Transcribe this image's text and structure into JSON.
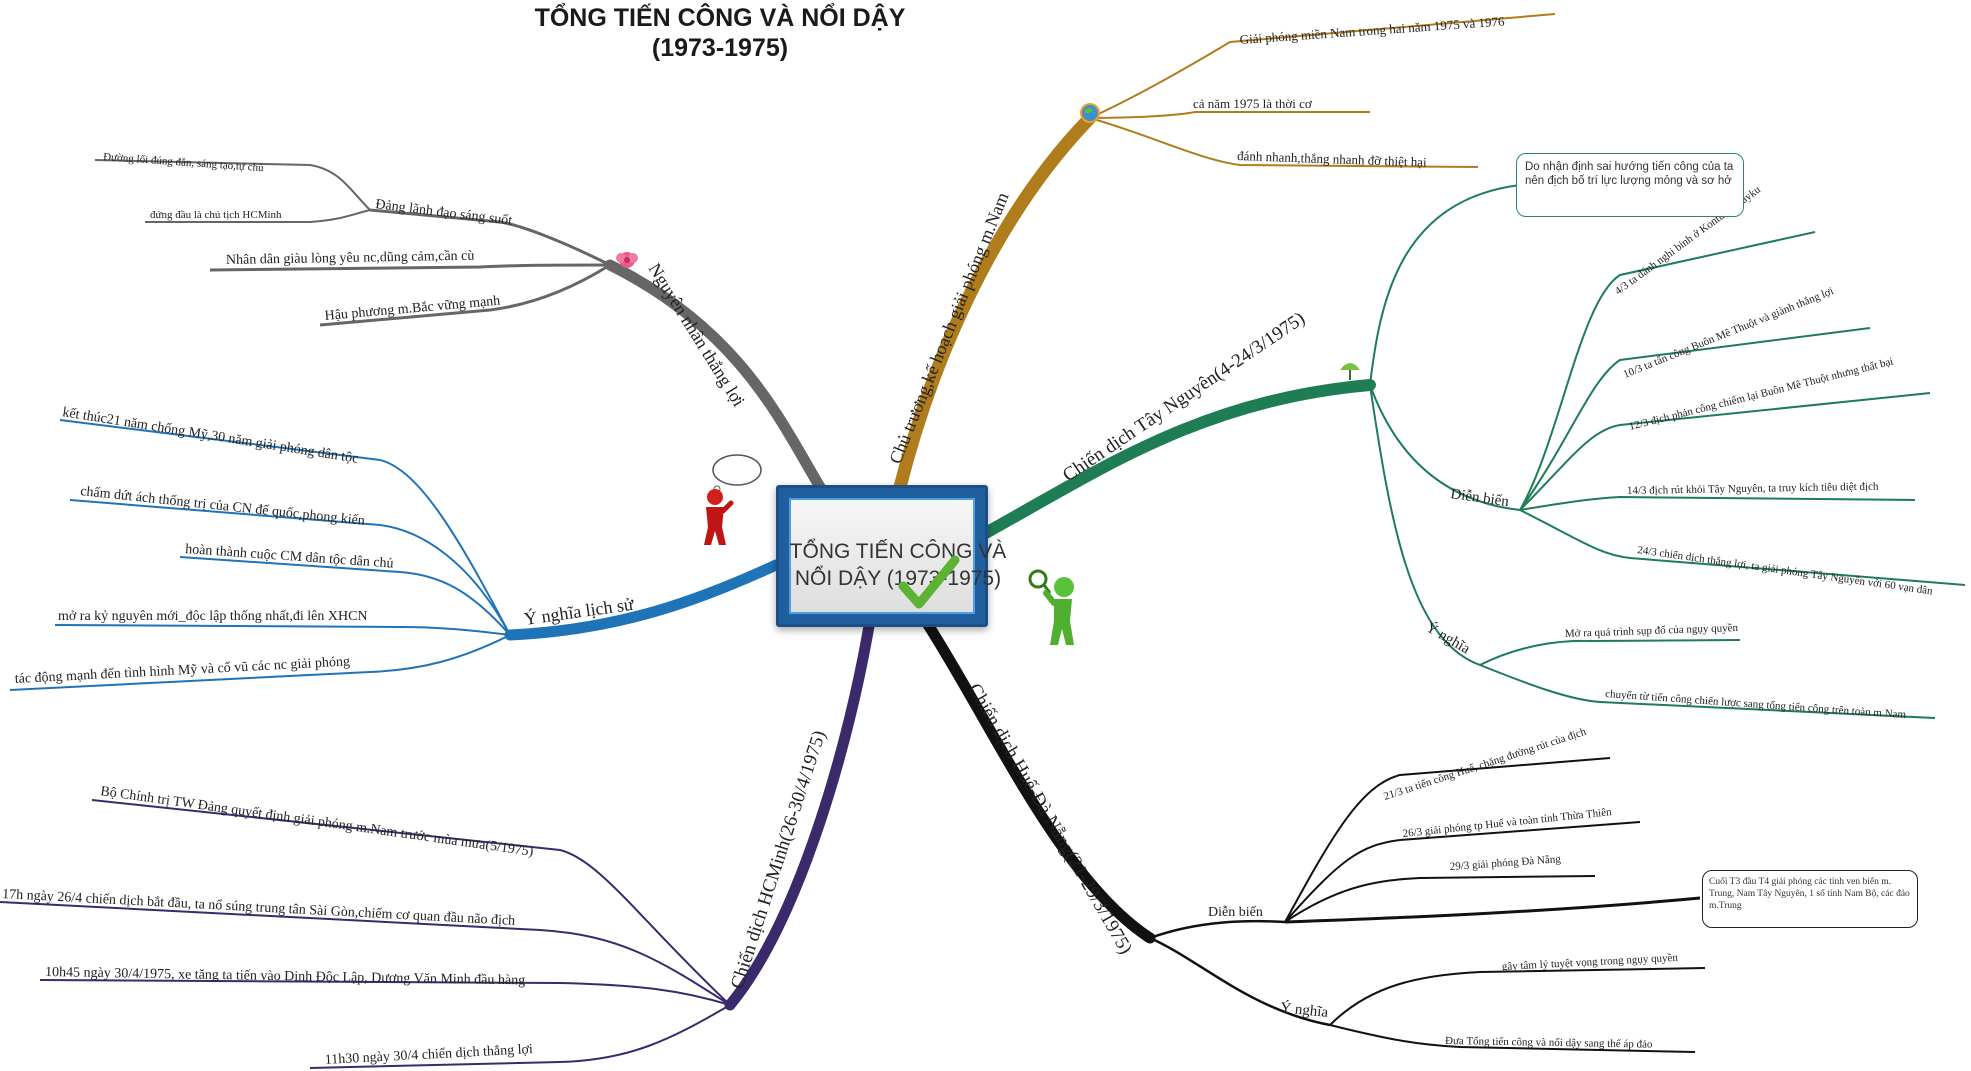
{
  "title": {
    "line1": "TỔNG TIẾN CÔNG VÀ NỔI DẬY",
    "line2": "(1973-1975)"
  },
  "center": {
    "line1": "TỔNG TIẾN CÔNG VÀ",
    "line2": "NỔI DẬY (1973-1975)"
  },
  "branches": {
    "chu_truong": {
      "label": "Chủ trương,kế hoạch giải phóng m.Nam",
      "color": "#b07d1c",
      "items": [
        "Giải phóng miền Nam trong hai năm 1975 và 1976",
        "cả năm 1975 là thời cơ",
        "đánh nhanh,thắng nhanh đỡ thiệt hại"
      ]
    },
    "tay_nguyen": {
      "label": "Chiến dịch Tây Nguyên(4-24/3/1975)",
      "color": "#1e7d55",
      "note": "Do nhận định sai hướng tiến công của ta nên địch bố trí lực lượng mỏng và sơ hở",
      "dien_bien_label": "Diễn biến",
      "dien_bien": [
        "4/3 ta đánh nghi binh ở Kontum, Playku",
        "10/3 ta tấn công Buôn Mê Thuột và giành thắng lợi",
        "12/3 địch phản công chiếm lại Buôn Mê Thuột nhưng thất bại",
        "14/3 địch rút khỏi Tây Nguyên, ta truy kích tiêu diệt địch",
        "24/3 chiến dịch thắng lợi, ta giải phóng Tây Nguyên với 60 vạn dân"
      ],
      "y_nghia_label": "Ý nghĩa",
      "y_nghia": [
        "Mở ra quá trình sụp đổ của ngụy quyền",
        "chuyển từ tiến công chiến lược sang tổng tiến công trên toàn m.Nam"
      ]
    },
    "hue_da_nang": {
      "label": "Chiến dịch Huế-Đà Nẵng(21-29/3/1975)",
      "color": "#111111",
      "dien_bien_label": "Diễn biến",
      "dien_bien": [
        "21/3 ta tiến công Huế, chặng đường rút của địch",
        "26/3 giải phóng tp Huế và toàn tỉnh Thừa Thiên",
        "29/3 giải phóng Đà Nẵng"
      ],
      "note": "Cuối T3 đầu T4 giải phóng các tỉnh ven biển m. Trung, Nam Tây Nguyên, 1 số tỉnh Nam Bộ, các đảo m.Trung",
      "y_nghia_label": "Ý nghĩa",
      "y_nghia": [
        "gây tâm lý tuyệt vọng trong ngụy quyền",
        "Đưa Tổng tiến công và nổi dậy sang thế áp đảo"
      ]
    },
    "hcm": {
      "label": "Chiến dịch HCMinh(26-30/4/1975)",
      "color": "#3b2a6b",
      "items": [
        "Bộ Chính trị TW Đảng quyết định giải phóng m.Nam trước mùa mưa(5/1975)",
        "17h ngày 26/4 chiến dịch bắt đầu, ta nổ súng trung tân Sài Gòn,chiếm cơ quan đầu não địch",
        "10h45 ngày 30/4/1975, xe tăng ta tiến vào Dinh Độc Lập, Dương Văn Minh đầu hàng",
        "11h30 ngày 30/4 chiến dịch thắng lợi"
      ]
    },
    "y_nghia_ls": {
      "label": "Ý nghĩa lịch sử",
      "color": "#1f74b8",
      "items": [
        "kết thúc21 năm chống Mỹ,30 năm giải phóng dân tộc",
        "chấm dứt ách thống trị của CN đế quốc,phong kiến",
        "hoàn thành cuộc CM dân tộc dân chủ",
        "mở ra kỷ nguyên mới_độc lập thống nhất,đi lên XHCN",
        "tác động mạnh đến tình hình Mỹ và cổ vũ các nc giải phóng"
      ]
    },
    "nguyen_nhan": {
      "label": "Nguyên nhân thắng lợi",
      "color": "#666666",
      "sub_label": "Đảng lãnh đạo sáng suốt",
      "sub_items": [
        "Đường lối đúng đắn, sáng tạo,tự chủ",
        "đứng đầu là chủ tịch HCMinh"
      ],
      "items": [
        "Nhân dân giàu lòng yêu nc,dũng cảm,cần cù",
        "Hậu phương m.Bắc vững mạnh"
      ]
    }
  },
  "icons": [
    "globe-icon",
    "umbrella-icon",
    "flower-icon",
    "thinking-figure-icon",
    "magnifier-figure-icon",
    "checkmark-icon"
  ]
}
